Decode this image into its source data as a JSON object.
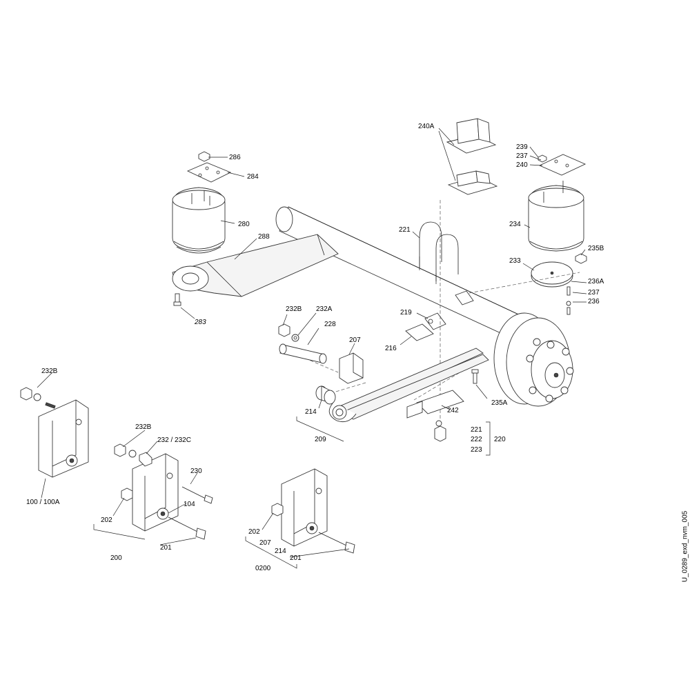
{
  "drawing_code": "U_0289_exd_nvm_005",
  "labels": {
    "l286": "286",
    "l284": "284",
    "l280": "280",
    "l288": "288",
    "l283": "283",
    "l240A": "240A",
    "l239": "239",
    "l237a": "237",
    "l240": "240",
    "l221a": "221",
    "l234": "234",
    "l235B": "235B",
    "l233": "233",
    "l236A": "236A",
    "l237b": "237",
    "l236": "236",
    "l232Ba": "232B",
    "l232A": "232A",
    "l228": "228",
    "l219": "219",
    "l216": "216",
    "l207a": "207",
    "l214a": "214",
    "l209": "209",
    "l242": "242",
    "l235A": "235A",
    "l221b": "221",
    "l222": "222",
    "l223": "223",
    "l220": "220",
    "l232Bb": "232B",
    "l100": "100 / 100A",
    "l232Bc": "232B",
    "l232C": "232 / 232C",
    "l230": "230",
    "l104": "104",
    "l202a": "202",
    "l201a": "201",
    "l200": "200",
    "l202b": "202",
    "l207b": "207",
    "l214b": "214",
    "l201b": "201",
    "l0200": "0200"
  }
}
